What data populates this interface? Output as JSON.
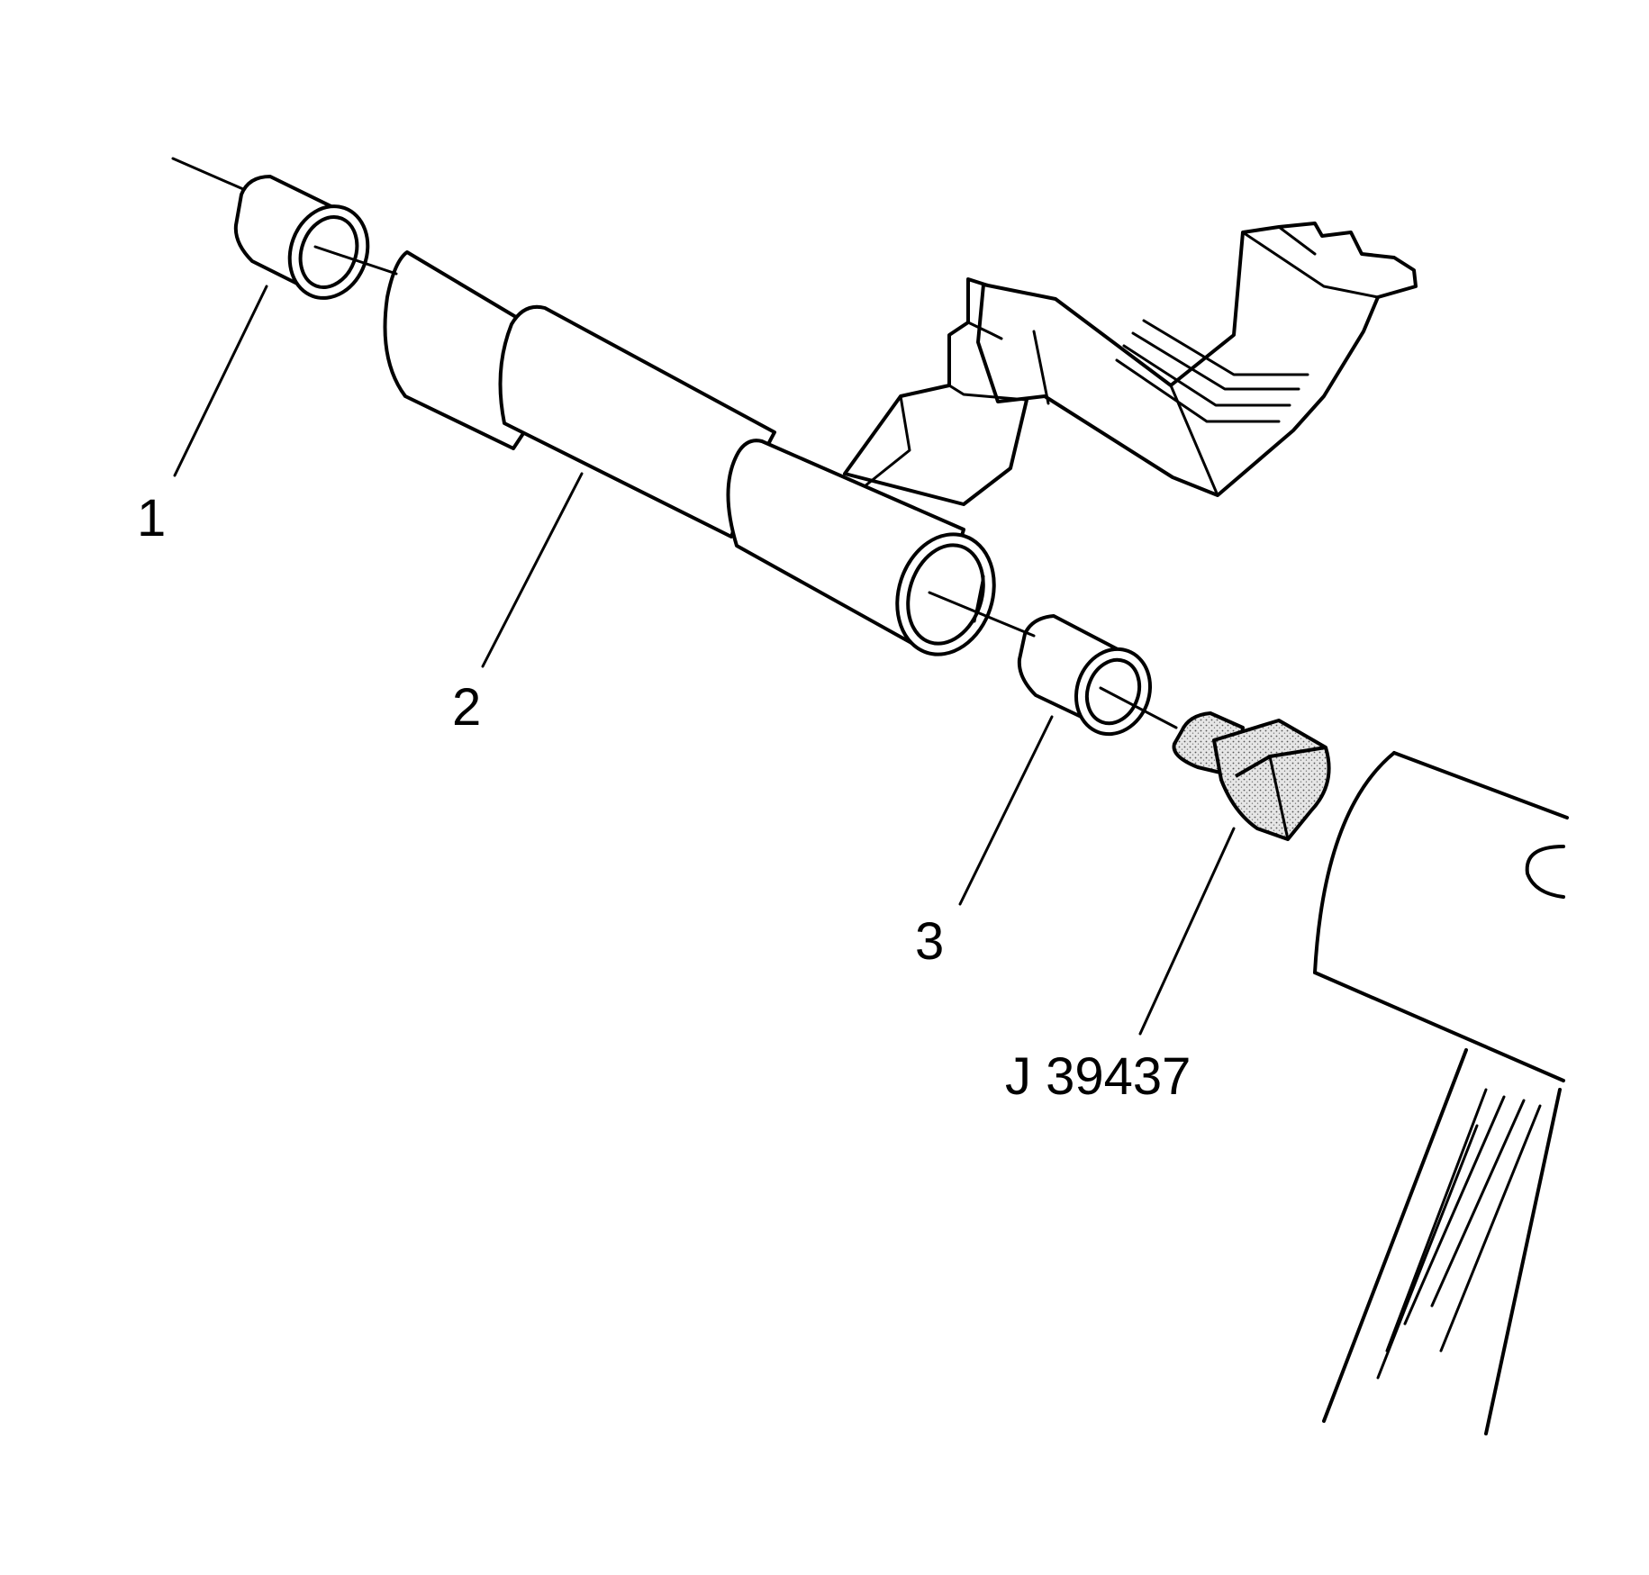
{
  "callouts": {
    "c1": "1",
    "c2": "2",
    "c3": "3",
    "tool": "J 39437"
  },
  "colors": {
    "line": "#000000",
    "background": "#ffffff",
    "stipple": "#b8b8b8"
  }
}
